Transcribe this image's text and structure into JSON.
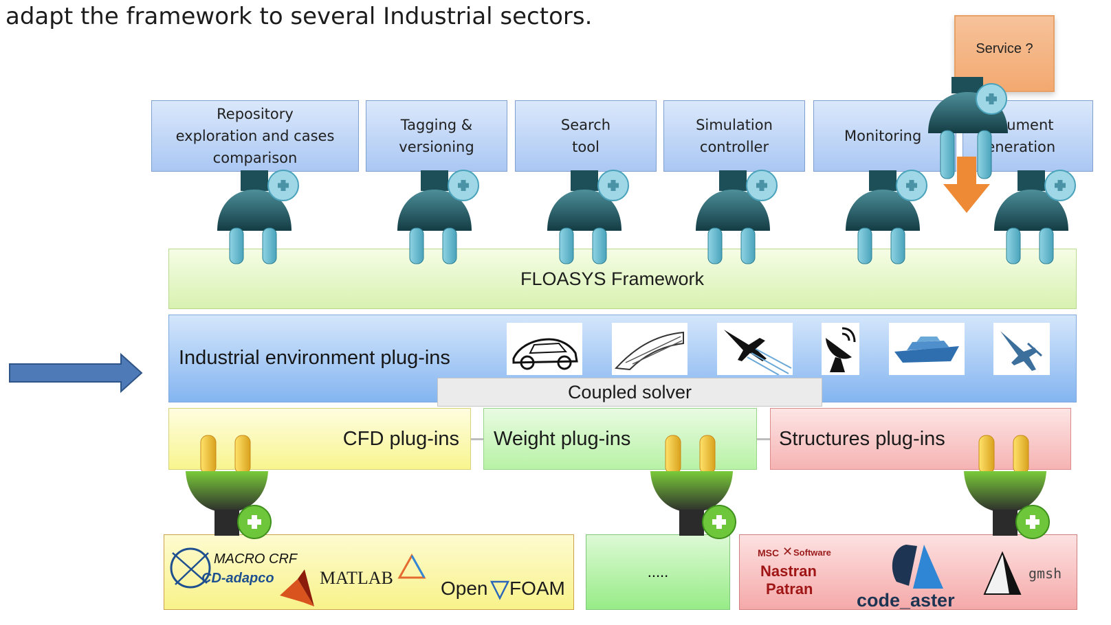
{
  "caption": "adapt the framework to several Industrial sectors.",
  "service": {
    "label": "Service ?"
  },
  "modules": [
    {
      "lines": [
        "Repository",
        "exploration and cases",
        "comparison"
      ]
    },
    {
      "lines": [
        "Tagging &",
        "versioning"
      ]
    },
    {
      "lines": [
        "Search",
        "tool"
      ]
    },
    {
      "lines": [
        "Simulation",
        "controller"
      ]
    },
    {
      "lines": [
        "Monitoring"
      ]
    },
    {
      "lines": [
        "Document",
        "generation"
      ]
    }
  ],
  "framework": {
    "label": "FLOASYS Framework"
  },
  "industrial": {
    "label": "Industrial environment plug-ins",
    "icons": [
      "car-icon",
      "train-icon",
      "airplane-icon",
      "satellite-dish-icon",
      "ship-icon",
      "fighter-jet-icon"
    ]
  },
  "coupled": {
    "label": "Coupled solver"
  },
  "plugins": {
    "cfd": "CFD plug-ins",
    "weight": "Weight plug-ins",
    "structures": "Structures plug-ins"
  },
  "tools": {
    "cfd": {
      "macro": "MACRO CRF",
      "cdadapco": "CD-adapco",
      "matlab": "MATLAB",
      "openfoam_open": "Open",
      "openfoam_foam": "FOAM"
    },
    "weight": {
      "ellipsis": "....."
    },
    "structures": {
      "msc": "MSC",
      "software": "Software",
      "nastran": "Nastran",
      "patran": "Patran",
      "code_aster": "code_aster",
      "gmsh": "gmsh"
    }
  },
  "colors": {
    "plug_teal": "#2d6f7a",
    "plug_green": "#7acb3a",
    "arrow_blue": "#4f7ab8",
    "arrow_orange": "#ee8a36"
  }
}
